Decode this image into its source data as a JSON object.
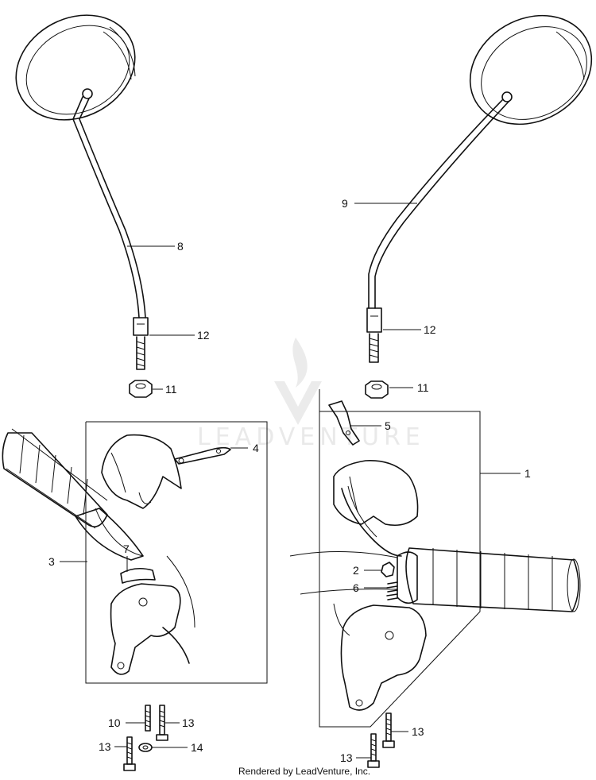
{
  "callouts": {
    "c1": "1",
    "c2": "2",
    "c3": "3",
    "c4": "4",
    "c5": "5",
    "c6": "6",
    "c7": "7",
    "c8": "8",
    "c9": "9",
    "c10": "10",
    "c11_left": "11",
    "c11_right": "11",
    "c12_left": "12",
    "c12_right": "12",
    "c13_a": "13",
    "c13_b": "13",
    "c13_c": "13",
    "c13_d": "13",
    "c14": "14"
  },
  "watermark": {
    "text": "LEADVENTURE"
  },
  "footer": {
    "credit": "Rendered by LeadVenture, Inc."
  },
  "icons": [
    "mirror",
    "mirror-stem",
    "nut",
    "throttle-grip",
    "grip-housing",
    "lever-bracket",
    "screw",
    "spring",
    "cable-guide"
  ]
}
